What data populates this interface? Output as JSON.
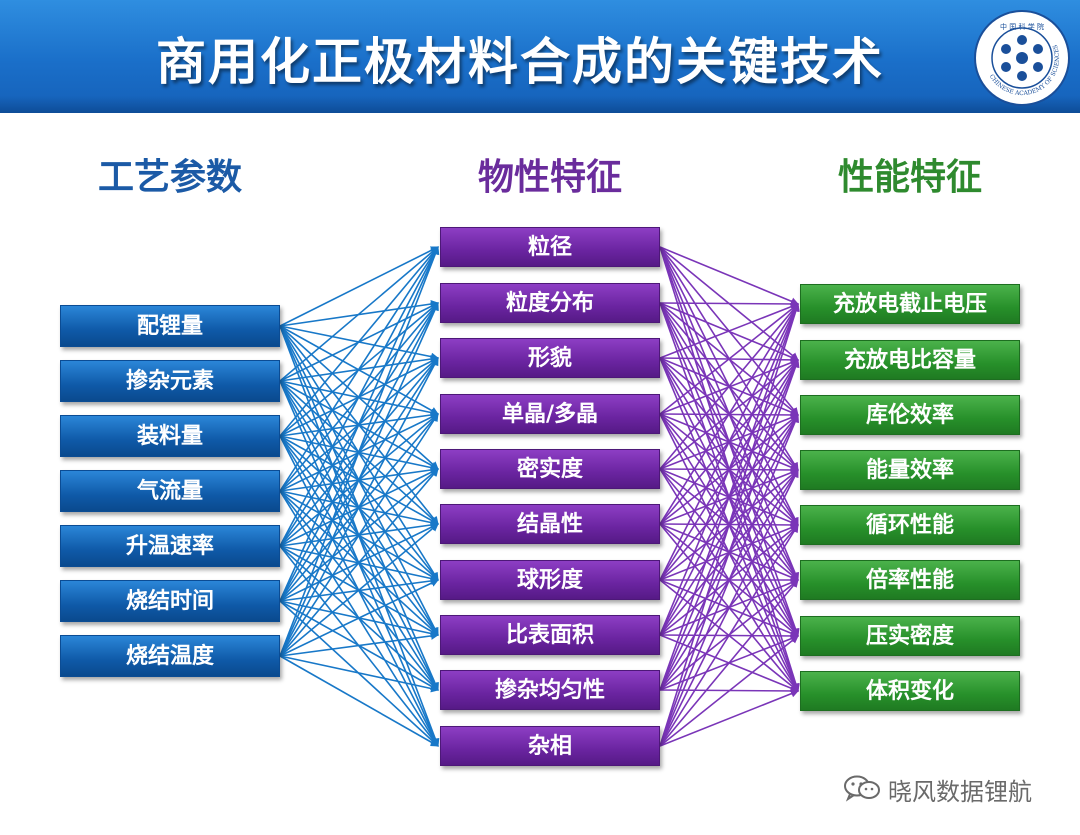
{
  "title": "商用化正极材料合成的关键技术",
  "logo": {
    "icon": "chinese-academy-of-sciences-emblem",
    "text_top": "中 国 科 学 院",
    "text_ring": "CHINESE ACADEMY OF SCIENCES"
  },
  "columns": {
    "process": {
      "heading": "工艺参数",
      "color": "#1b5aa6",
      "items": [
        "配锂量",
        "掺杂元素",
        "装料量",
        "气流量",
        "升温速率",
        "烧结时间",
        "烧结温度"
      ]
    },
    "physical": {
      "heading": "物性特征",
      "color": "#6a2c9c",
      "items": [
        "粒径",
        "粒度分布",
        "形貌",
        "单晶/多晶",
        "密实度",
        "结晶性",
        "球形度",
        "比表面积",
        "掺杂均匀性",
        "杂相"
      ]
    },
    "performance": {
      "heading": "性能特征",
      "color": "#2e8a2e",
      "items": [
        "充放电截止电压",
        "充放电比容量",
        "库伦效率",
        "能量效率",
        "循环性能",
        "倍率性能",
        "压实密度",
        "体积变化"
      ]
    }
  },
  "connectors": {
    "process_to_physical_color": "#1878c8",
    "physical_to_performance_color": "#7a35b8"
  },
  "watermark": {
    "icon": "wechat-icon",
    "text": "晓风数据锂航"
  }
}
